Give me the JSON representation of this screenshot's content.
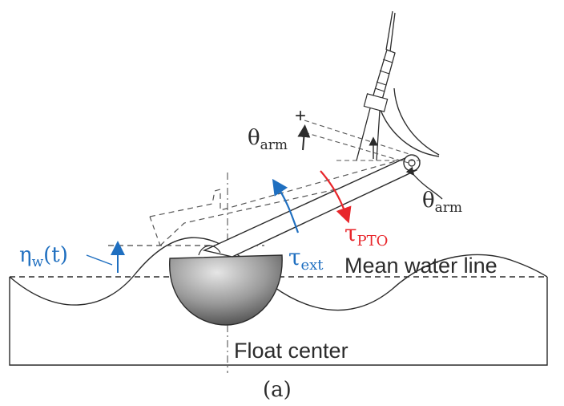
{
  "labels": {
    "theta_arm_top": "θ",
    "theta_arm_top_sub": "arm",
    "theta_arm_right": "θ",
    "theta_arm_right_sub": "arm",
    "plus_sign": "+",
    "eta_w": "η",
    "eta_w_sub": "w",
    "eta_w_arg": "(t)",
    "tau_ext": "τ",
    "tau_ext_sub": "ext",
    "tau_pto": "τ",
    "tau_pto_sub": "PTO",
    "mean_water_line": "Mean water line",
    "float_center": "Float center",
    "panel_label": "(a)"
  },
  "colors": {
    "line": "#2b2b2b",
    "dashed": "#444444",
    "tau_ext": "#1f6fc0",
    "tau_pto": "#e8262b",
    "eta_w": "#1f6fc0",
    "float_light": "#d8d8d8",
    "float_dark": "#4a4a4a"
  }
}
